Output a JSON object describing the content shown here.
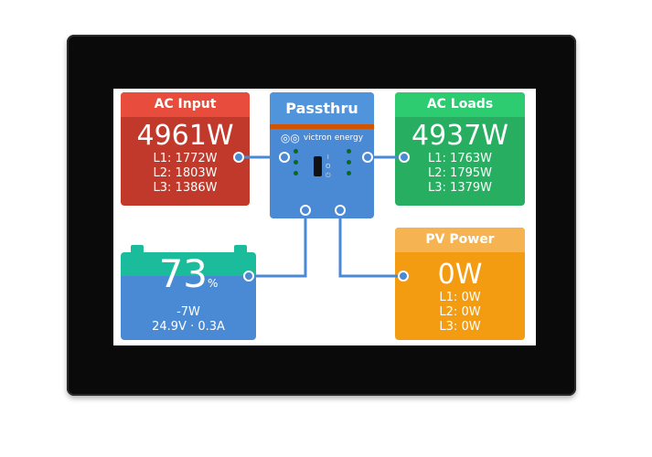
{
  "ac_input": {
    "title": "AC Input",
    "total": "4961W",
    "phases": [
      "L1: 1772W",
      "L2: 1803W",
      "L3: 1386W"
    ]
  },
  "inverter": {
    "title": "Passthru",
    "brand": "victron energy",
    "switch_labels": [
      "I",
      "O",
      "⏻"
    ]
  },
  "ac_loads": {
    "title": "AC Loads",
    "total": "4937W",
    "phases": [
      "L1: 1763W",
      "L2: 1795W",
      "L3: 1379W"
    ]
  },
  "battery": {
    "soc": "73",
    "soc_unit": "%",
    "power": "-7W",
    "voltage_current": "24.9V · 0.3A"
  },
  "pv": {
    "title": "PV Power",
    "total": "0W",
    "phases": [
      "L1: 0W",
      "L2: 0W",
      "L3: 0W"
    ]
  },
  "colors": {
    "ac_input": "#c0392b",
    "ac_loads": "#27ae60",
    "inverter": "#4a8ad4",
    "battery": "#4a8ad4",
    "battery_top": "#1abc9c",
    "pv": "#f39c12",
    "wire": "#4a8ad4"
  }
}
